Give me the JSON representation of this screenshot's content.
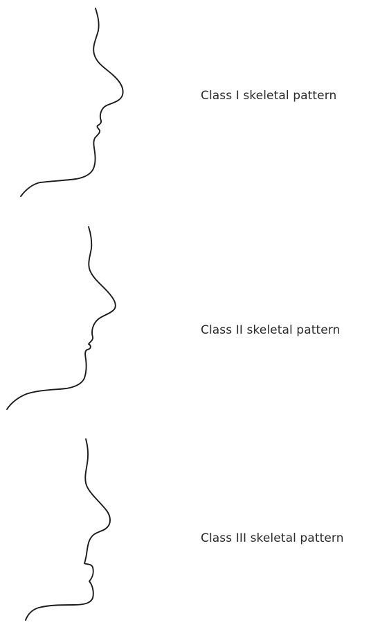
{
  "patterns": [
    {
      "label": "Class I skeletal pattern"
    },
    {
      "label": "Class II skeletal pattern"
    },
    {
      "label": "Class III skeletal pattern"
    }
  ],
  "colors": {
    "stroke": "#1a1a1a",
    "text": "#2a2a2a",
    "background": "#ffffff"
  }
}
